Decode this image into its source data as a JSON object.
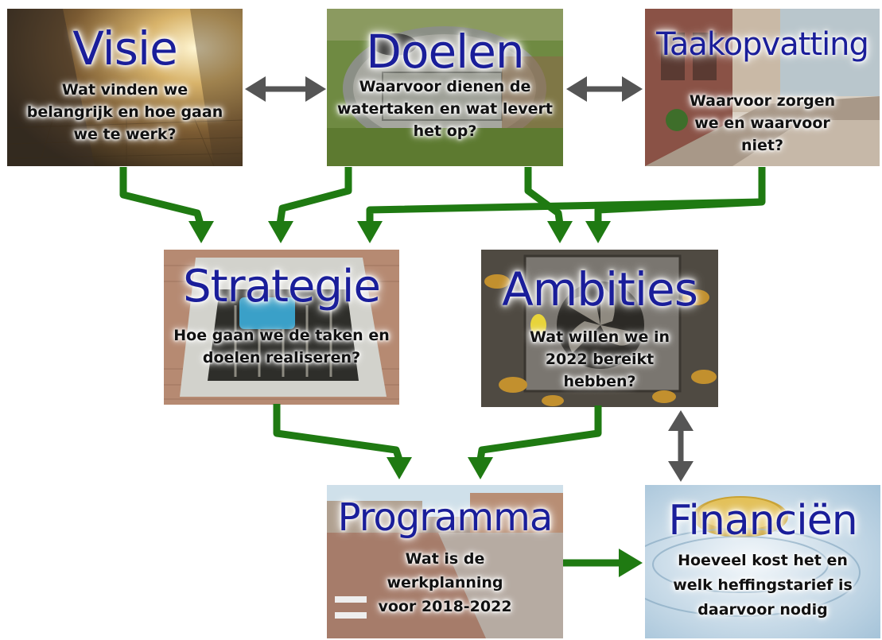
{
  "boxes": {
    "visie": {
      "title": "Visie",
      "question": "Wat vinden we belangrijk en hoe gaan we te werk?"
    },
    "doelen": {
      "title": "Doelen",
      "question": "Waarvoor dienen de watertaken en  wat levert het op?"
    },
    "taakopvatting": {
      "title": "Taakopvatting",
      "question": "Waarvoor zorgen we en waarvoor niet?"
    },
    "strategie": {
      "title": "Strategie",
      "question": "Hoe gaan we de taken en doelen realiseren?"
    },
    "ambities": {
      "title": "Ambities",
      "question": "Wat willen we in 2022 bereikt hebben?"
    },
    "programma": {
      "title": "Programma",
      "question": "Wat is de werkplanning voor 2018-2022"
    },
    "financien": {
      "title": "Financiën",
      "question": "Hoeveel kost het en welk heffingstarief is daarvoor nodig"
    }
  },
  "colors": {
    "title": "#1a1e9a",
    "flow_arrow": "#1f7a12",
    "link_arrow": "#555555"
  }
}
